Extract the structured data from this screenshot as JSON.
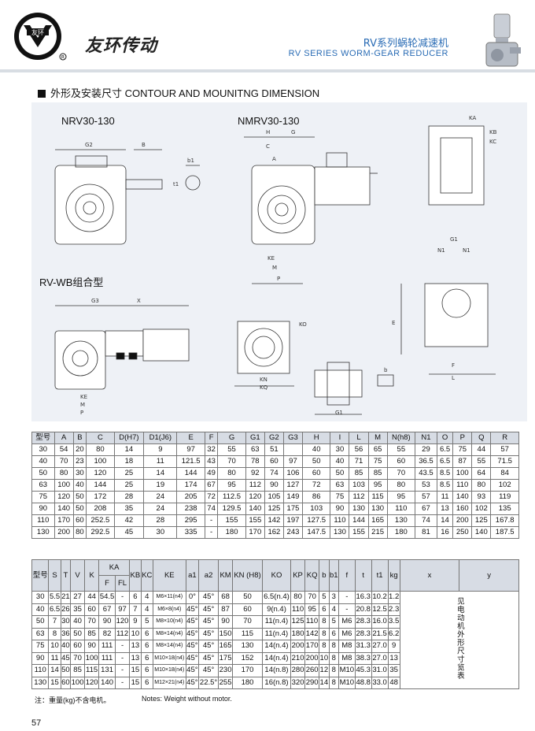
{
  "header": {
    "logo_text": "友环",
    "brand": "友环传动",
    "title_cn": "RV系列蜗轮减速机",
    "title_en": "RV SERIES WORM-GEAR REDUCER"
  },
  "section_title": "外形及安装尺寸 CONTOUR AND MOUNITNG DIMENSION",
  "drawing_labels": {
    "nrv": "NRV30-130",
    "nmrv": "NMRV30-130",
    "rvwb": "RV-WB组合型"
  },
  "table1": {
    "headers": [
      "型号",
      "A",
      "B",
      "C",
      "D(H7)",
      "D1(J6)",
      "E",
      "F",
      "G",
      "G1",
      "G2",
      "G3",
      "H",
      "I",
      "L",
      "M",
      "N(h8)",
      "N1",
      "O",
      "P",
      "Q",
      "R"
    ],
    "rows": [
      [
        "30",
        "54",
        "20",
        "80",
        "14",
        "9",
        "97",
        "32",
        "55",
        "63",
        "51",
        "",
        "40",
        "30",
        "56",
        "65",
        "55",
        "29",
        "6.5",
        "75",
        "44",
        "57"
      ],
      [
        "40",
        "70",
        "23",
        "100",
        "18",
        "11",
        "121.5",
        "43",
        "70",
        "78",
        "60",
        "97",
        "50",
        "40",
        "71",
        "75",
        "60",
        "36.5",
        "6.5",
        "87",
        "55",
        "71.5"
      ],
      [
        "50",
        "80",
        "30",
        "120",
        "25",
        "14",
        "144",
        "49",
        "80",
        "92",
        "74",
        "106",
        "60",
        "50",
        "85",
        "85",
        "70",
        "43.5",
        "8.5",
        "100",
        "64",
        "84"
      ],
      [
        "63",
        "100",
        "40",
        "144",
        "25",
        "19",
        "174",
        "67",
        "95",
        "112",
        "90",
        "127",
        "72",
        "63",
        "103",
        "95",
        "80",
        "53",
        "8.5",
        "110",
        "80",
        "102"
      ],
      [
        "75",
        "120",
        "50",
        "172",
        "28",
        "24",
        "205",
        "72",
        "112.5",
        "120",
        "105",
        "149",
        "86",
        "75",
        "112",
        "115",
        "95",
        "57",
        "11",
        "140",
        "93",
        "119"
      ],
      [
        "90",
        "140",
        "50",
        "208",
        "35",
        "24",
        "238",
        "74",
        "129.5",
        "140",
        "125",
        "175",
        "103",
        "90",
        "130",
        "130",
        "110",
        "67",
        "13",
        "160",
        "102",
        "135"
      ],
      [
        "110",
        "170",
        "60",
        "252.5",
        "42",
        "28",
        "295",
        "-",
        "155",
        "155",
        "142",
        "197",
        "127.5",
        "110",
        "144",
        "165",
        "130",
        "74",
        "14",
        "200",
        "125",
        "167.8"
      ],
      [
        "130",
        "200",
        "80",
        "292.5",
        "45",
        "30",
        "335",
        "-",
        "180",
        "170",
        "162",
        "243",
        "147.5",
        "130",
        "155",
        "215",
        "180",
        "81",
        "16",
        "250",
        "140",
        "187.5"
      ]
    ]
  },
  "table2": {
    "headers_top": [
      "型号",
      "S",
      "T",
      "V",
      "K",
      "KA",
      "KB",
      "KC",
      "KE",
      "a1",
      "a2",
      "KM",
      "KN (H8)",
      "KO",
      "KP",
      "KQ",
      "b",
      "b1",
      "f",
      "t",
      "t1",
      "kg",
      "x",
      "y"
    ],
    "ka_sub": [
      "F",
      "FL"
    ],
    "rows": [
      [
        "30",
        "5.5",
        "21",
        "27",
        "44",
        "54.5",
        "-",
        "6",
        "4",
        "M6×11(n4)",
        "0°",
        "45°",
        "68",
        "50",
        "6.5(n.4)",
        "80",
        "70",
        "5",
        "3",
        "-",
        "16.3",
        "10.2",
        "1.2"
      ],
      [
        "40",
        "6.5",
        "26",
        "35",
        "60",
        "67",
        "97",
        "7",
        "4",
        "M6×8(n4)",
        "45°",
        "45°",
        "87",
        "60",
        "9(n.4)",
        "110",
        "95",
        "6",
        "4",
        "-",
        "20.8",
        "12.5",
        "2.3"
      ],
      [
        "50",
        "7",
        "30",
        "40",
        "70",
        "90",
        "120",
        "9",
        "5",
        "M8×10(n4)",
        "45°",
        "45°",
        "90",
        "70",
        "11(n.4)",
        "125",
        "110",
        "8",
        "5",
        "M6",
        "28.3",
        "16.0",
        "3.5"
      ],
      [
        "63",
        "8",
        "36",
        "50",
        "85",
        "82",
        "112",
        "10",
        "6",
        "M8×14(n4)",
        "45°",
        "45°",
        "150",
        "115",
        "11(n.4)",
        "180",
        "142",
        "8",
        "6",
        "M6",
        "28.3",
        "21.5",
        "6.2"
      ],
      [
        "75",
        "10",
        "40",
        "60",
        "90",
        "111",
        "-",
        "13",
        "6",
        "M8×14(n4)",
        "45°",
        "45°",
        "165",
        "130",
        "14(n.4)",
        "200",
        "170",
        "8",
        "8",
        "M8",
        "31.3",
        "27.0",
        "9"
      ],
      [
        "90",
        "11",
        "45",
        "70",
        "100",
        "111",
        "-",
        "13",
        "6",
        "M10×18(n4)",
        "45°",
        "45°",
        "175",
        "152",
        "14(n.4)",
        "210",
        "200",
        "10",
        "8",
        "M8",
        "38.3",
        "27.0",
        "13"
      ],
      [
        "110",
        "14",
        "50",
        "85",
        "115",
        "131",
        "-",
        "15",
        "6",
        "M10×18(n4)",
        "45°",
        "45°",
        "230",
        "170",
        "14(n.8)",
        "280",
        "260",
        "12",
        "8",
        "M10",
        "45.3",
        "31.0",
        "35"
      ],
      [
        "130",
        "15",
        "60",
        "100",
        "120",
        "140",
        "-",
        "15",
        "6",
        "M12×21(n4)",
        "45°",
        "22.5°",
        "255",
        "180",
        "16(n.8)",
        "320",
        "290",
        "14",
        "8",
        "M10",
        "48.8",
        "33.0",
        "48"
      ]
    ],
    "side_note": "见电动机外形尺寸览表"
  },
  "notes": {
    "cn": "注：重量(kg)不含电机。",
    "en": "Notes: Weight without motor."
  },
  "page_number": "57"
}
